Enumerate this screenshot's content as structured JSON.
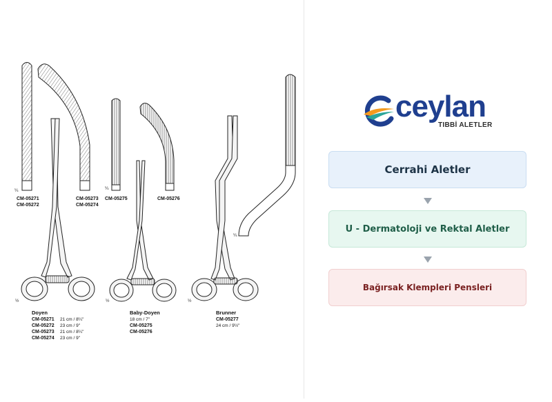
{
  "catalog": {
    "scale_1_4": "¼",
    "scale_1_2": "½",
    "tip_labels": {
      "a1": "CM-05271",
      "a2": "CM-05272",
      "b1": "CM-05273",
      "b2": "CM-05274",
      "c1": "CM-05275",
      "d1": "CM-05276"
    },
    "doyen": {
      "title": "Doyen",
      "rows": [
        {
          "code": "CM-05271",
          "size": "21 cm / 8¼\""
        },
        {
          "code": "CM-05272",
          "size": "23 cm / 9\""
        },
        {
          "code": "CM-05273",
          "size": "21 cm / 8¼\""
        },
        {
          "code": "CM-05274",
          "size": "23 cm / 9\""
        }
      ]
    },
    "baby_doyen": {
      "title": "Baby-Doyen",
      "size": "18 cm / 7\"",
      "codes": [
        "CM-05275",
        "CM-05276"
      ]
    },
    "brunner": {
      "title": "Brunner",
      "code": "CM-05277",
      "size": "24 cm / 9½\""
    }
  },
  "brand": {
    "name": "ceylan",
    "tagline": "TIBBİ ALETLER",
    "accent": "#1f3f8f",
    "swoosh_colors": [
      "#f39a1e",
      "#2aa59a"
    ]
  },
  "nav": {
    "level1": "Cerrahi Aletler",
    "level2": "U - Dermatoloji ve Rektal Aletler",
    "level3": "Bağırsak Klempleri Pensleri"
  }
}
